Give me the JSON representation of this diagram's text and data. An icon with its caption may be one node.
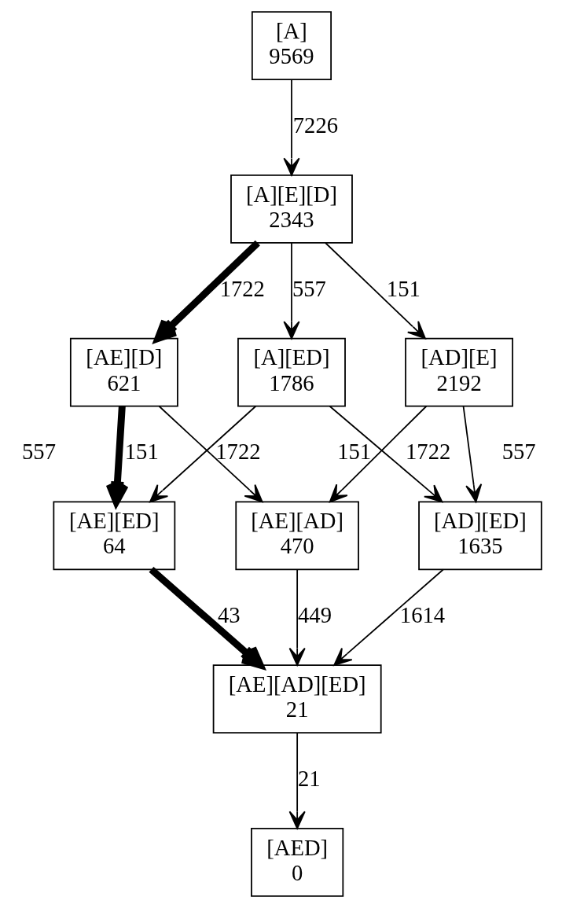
{
  "diagram": {
    "nodes": [
      {
        "text": [
          "[A]",
          "9569"
        ]
      },
      {
        "text": [
          "[A][E][D]",
          "2343"
        ]
      },
      {
        "text": [
          "[AE][D]",
          "621"
        ]
      },
      {
        "text": [
          "[AD][E]",
          "2192"
        ]
      },
      {
        "text": [
          "[A][ED]",
          "1786"
        ]
      },
      {
        "text": [
          "[AE][AD]",
          "470"
        ]
      },
      {
        "text": [
          "[AE][ED]",
          "64"
        ]
      },
      {
        "text": [
          "[AD][ED]",
          "1635"
        ]
      },
      {
        "text": [
          "[AE][AD][ED]",
          "21"
        ]
      },
      {
        "text": [
          "[AED]",
          "0"
        ]
      }
    ],
    "edges": [
      {
        "from": 0,
        "to": 1,
        "arrow": "to",
        "label": "7226"
      },
      {
        "from": 1,
        "to": 2,
        "arrow": "to",
        "label": "1722",
        "style": "thick"
      },
      {
        "from": 1,
        "to": 3,
        "arrow": "to",
        "label": "151"
      },
      {
        "from": 1,
        "to": 4,
        "arrow": "to",
        "label": "557"
      },
      {
        "from": 2,
        "to": 5,
        "arrow": "to",
        "label": "151"
      },
      {
        "from": 2,
        "to": 6,
        "arrow": "to",
        "label": "557",
        "style": "thick"
      },
      {
        "from": 3,
        "to": 5,
        "arrow": "to",
        "label": "1722"
      },
      {
        "from": 3,
        "to": 7,
        "arrow": "to",
        "label": "557"
      },
      {
        "from": 4,
        "to": 6,
        "arrow": "to",
        "label": "1722"
      },
      {
        "from": 4,
        "to": 7,
        "arrow": "to",
        "label": "151"
      },
      {
        "from": 5,
        "to": 8,
        "arrow": "to",
        "label": "449"
      },
      {
        "from": 6,
        "to": 8,
        "arrow": "to",
        "label": "43",
        "style": "thick"
      },
      {
        "from": 7,
        "to": 8,
        "arrow": "to",
        "label": "1614"
      },
      {
        "from": 8,
        "to": 9,
        "arrow": "to",
        "label": "21"
      }
    ]
  }
}
